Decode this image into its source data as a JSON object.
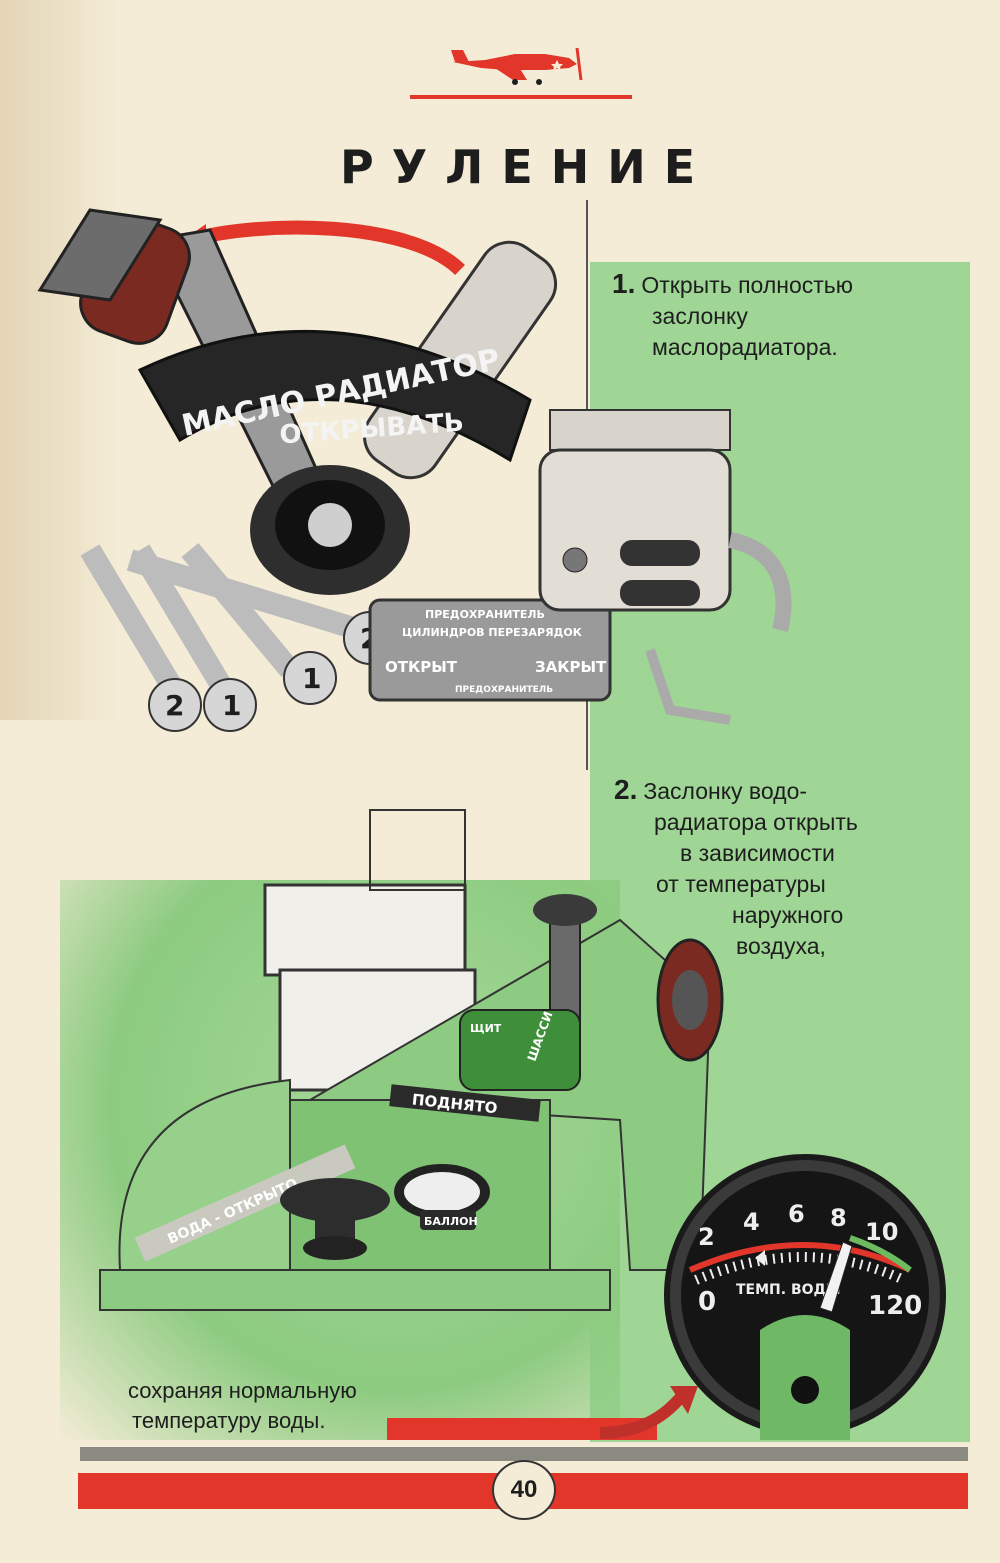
{
  "page": {
    "title": "РУЛЕНИЕ",
    "page_number": "40"
  },
  "steps": [
    {
      "number": "1.",
      "lines": [
        "Открыть полностью",
        "заслонку",
        "маслорадиатора."
      ]
    },
    {
      "number": "2.",
      "lines": [
        "Заслонку водо-",
        "радиатора открыть",
        "в зависимости",
        "от температуры",
        "наружного",
        "воздуха,"
      ]
    }
  ],
  "bottom_note": {
    "lines": [
      "сохраняя нормальную",
      "температуру воды."
    ]
  },
  "illustration_labels": {
    "oil_radiator": "МАСЛО РАДИАТОР",
    "open": "ОТКРЫВАТЬ",
    "fuse_title_1": "ПРЕДОХРАНИТЕЛЬ",
    "fuse_title_2": "ЦИЛИНДРОВ ПЕРЕЗАРЯДОК",
    "fuse_open": "ОТКРЫТ",
    "fuse_closed": "ЗАКРЫТ",
    "fuse_small": "ПРЕДОХРАНИТЕЛЬ",
    "lever_2a": "2",
    "lever_1a": "1",
    "lever_1b": "1",
    "lever_2b": "2",
    "raised": "ПОДНЯТО",
    "chassis": "ШАССИ",
    "shield": "ЩИТ",
    "water_open": "ВОДА - ОТКРЫТО",
    "balloon": "БАЛЛОН"
  },
  "gauge": {
    "label": "ТЕМП. ВОДЫ",
    "ticks": [
      "2",
      "4",
      "6",
      "8",
      "10"
    ],
    "min": "0",
    "max": "120"
  },
  "colors": {
    "accent_red": "#e2362a",
    "panel_green": "#9fd595",
    "paper": "#f4ecd6"
  }
}
